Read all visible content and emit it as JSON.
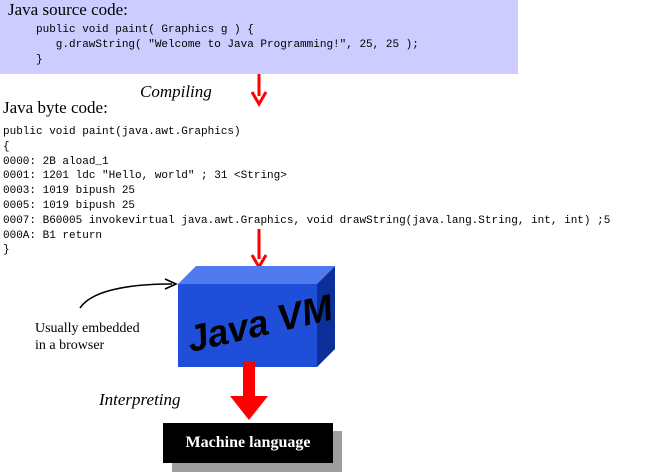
{
  "source": {
    "heading": "Java source code:",
    "lines": [
      "public void paint( Graphics g ) {",
      "   g.drawString( \"Welcome to Java Programming!\", 25, 25 );",
      "}"
    ]
  },
  "compile_label": "Compiling",
  "bytecode": {
    "heading": "Java byte code:",
    "lines": [
      "public void paint(java.awt.Graphics)",
      "{",
      "0000: 2B aload_1",
      "0001: 1201 ldc \"Hello, world\" ; 31 <String>",
      "0003: 1019 bipush 25",
      "0005: 1019 bipush 25",
      "0007: B60005 invokevirtual java.awt.Graphics, void drawString(java.lang.String, int, int) ;5",
      "000A: B1 return",
      "}"
    ]
  },
  "vm": {
    "label": "Java VM"
  },
  "embed_note": [
    "Usually embedded",
    "in a browser"
  ],
  "interpret_label": "Interpreting",
  "machine_label": "Machine language",
  "colors": {
    "source_bg": "#ccccff",
    "arrow": "#ff0000",
    "vm_face": "#1f4fd8",
    "vm_text": "#000000",
    "machine_bg": "#000000"
  }
}
